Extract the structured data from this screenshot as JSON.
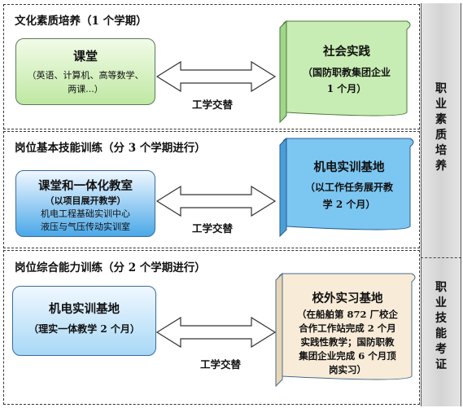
{
  "sections": [
    {
      "title": "文化素质培养（1 个学期）",
      "left_box": {
        "title": "课堂",
        "lines": [
          "（英语、计算机、高等数学、",
          "两课...）"
        ]
      },
      "arrow_label": "工学交替",
      "right_box": {
        "title": "社会实践",
        "lines": [
          "（国防职教集团企业",
          "1 个月）"
        ]
      }
    },
    {
      "title": "岗位基本技能训练（分 3 个学期进行）",
      "left_box": {
        "title": "课堂和一体化教室",
        "subtitle": "（以项目展开教学）",
        "lines": [
          "机电工程基础实训中心",
          "液压与气压传动实训室"
        ]
      },
      "arrow_label": "工学交替",
      "right_box": {
        "title": "机电实训基地",
        "lines": [
          "（以工作任务展开教",
          "学 2 个月）"
        ]
      }
    },
    {
      "title": "岗位综合能力训练（分 2 个学期进行）",
      "left_box": {
        "title": "机电实训基地",
        "lines": [
          "（理实一体教学 2 个月）"
        ]
      },
      "arrow_label": "工学交替",
      "right_box": {
        "title": "校外实习基地",
        "lines": [
          "（在船舶第 872 厂校企",
          "合作工作站完成 2 个月",
          "实践性教学；国防职教",
          "集团企业完成 6 个月顶",
          "岗实习）"
        ]
      }
    }
  ],
  "side_labels": [
    "职业素质培养",
    "职业技能考证"
  ],
  "colors": {
    "green_top": "#f2fbe8",
    "green_bottom": "#bfe8a2",
    "blue_top": "#f0f8ff",
    "blue_bottom": "#4aa8e8",
    "scroll_green": "#c8edb4",
    "scroll_blue": "#7cc6f2",
    "scroll_peach": "#f8ecd8"
  }
}
